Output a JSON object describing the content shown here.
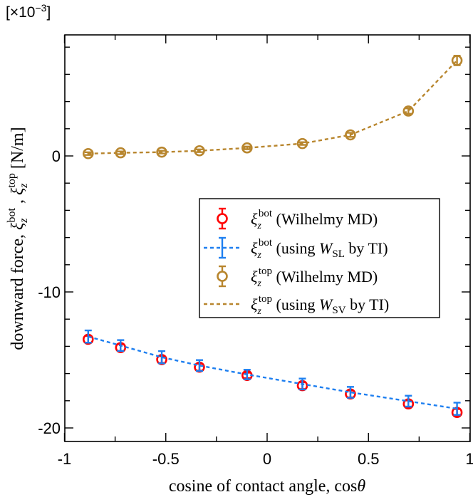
{
  "chart_data": {
    "type": "scatter",
    "title": "",
    "xlabel": "cosine of contact angle, cosθ",
    "xlabel_parts": {
      "text": "cosine of contact angle, cos",
      "symbol": "θ"
    },
    "ylabel": "downward force, ξ_z^bot , ξ_z^top [N/m]",
    "ylabel_parts": {
      "prefix": "downward force, ",
      "sym": "ξ",
      "sub": "z",
      "sup1": "bot",
      "sep": " , ",
      "sup2": "top",
      "unit": " [N/m]"
    },
    "y_multiplier": "[×10",
    "y_multiplier_exp": "−3",
    "y_multiplier_close": "]",
    "xlim": [
      -1,
      1
    ],
    "ylim": [
      -21,
      9
    ],
    "xticks": [
      -1,
      -0.5,
      0,
      0.5,
      1
    ],
    "xtick_labels": [
      "-1",
      "-0.5",
      "0",
      "0.5",
      "1"
    ],
    "yticks": [
      -20,
      -10,
      0
    ],
    "ytick_labels": [
      "-20",
      "-10",
      "0"
    ],
    "grid": false,
    "legend_position": "center-right",
    "x": [
      -0.883,
      -0.723,
      -0.52,
      -0.334,
      -0.099,
      0.174,
      0.411,
      0.697,
      0.937
    ],
    "series": [
      {
        "name": "ξ_z^bot (Wilhelmy MD)",
        "legend": {
          "sup": "bot",
          "text": " (Wilhelmy MD)"
        },
        "style": "open-circle-errorbar",
        "color": "#ff0000",
        "values": [
          -13.48,
          -14.09,
          -14.97,
          -15.53,
          -16.14,
          -16.89,
          -17.5,
          -18.23,
          -18.86
        ],
        "errors": [
          0.25,
          0.25,
          0.25,
          0.25,
          0.2,
          0.25,
          0.25,
          0.25,
          0.25
        ]
      },
      {
        "name": "ξ_z^bot (using W_SL by TI)",
        "legend": {
          "sup": "bot",
          "pre": " (using ",
          "W": "W",
          "Wsub": "SL",
          "post": " by TI)"
        },
        "style": "dashed-line-errorbar",
        "color": "#1e7ff0",
        "values": [
          -13.28,
          -13.94,
          -14.8,
          -15.41,
          -16.07,
          -16.77,
          -17.38,
          -18.03,
          -18.59
        ],
        "errors": [
          0.45,
          0.4,
          0.45,
          0.4,
          0.35,
          0.4,
          0.4,
          0.4,
          0.45
        ]
      },
      {
        "name": "ξ_z^top (Wilhelmy MD)",
        "legend": {
          "sup": "top",
          "text": " (Wilhelmy MD)"
        },
        "style": "open-circle-errorbar",
        "color": "#b8862e",
        "values": [
          0.17,
          0.23,
          0.28,
          0.38,
          0.59,
          0.91,
          1.55,
          3.3,
          7.02
        ],
        "errors": [
          0.1,
          0.1,
          0.1,
          0.1,
          0.1,
          0.1,
          0.15,
          0.2,
          0.35
        ]
      },
      {
        "name": "ξ_z^top (using W_SV by TI)",
        "legend": {
          "sup": "top",
          "pre": " (using ",
          "W": "W",
          "Wsub": "SV",
          "post": " by TI)"
        },
        "style": "dashed-line",
        "color": "#b8862e",
        "values": [
          0.17,
          0.23,
          0.28,
          0.38,
          0.59,
          0.91,
          1.55,
          3.3,
          7.02
        ]
      }
    ]
  }
}
